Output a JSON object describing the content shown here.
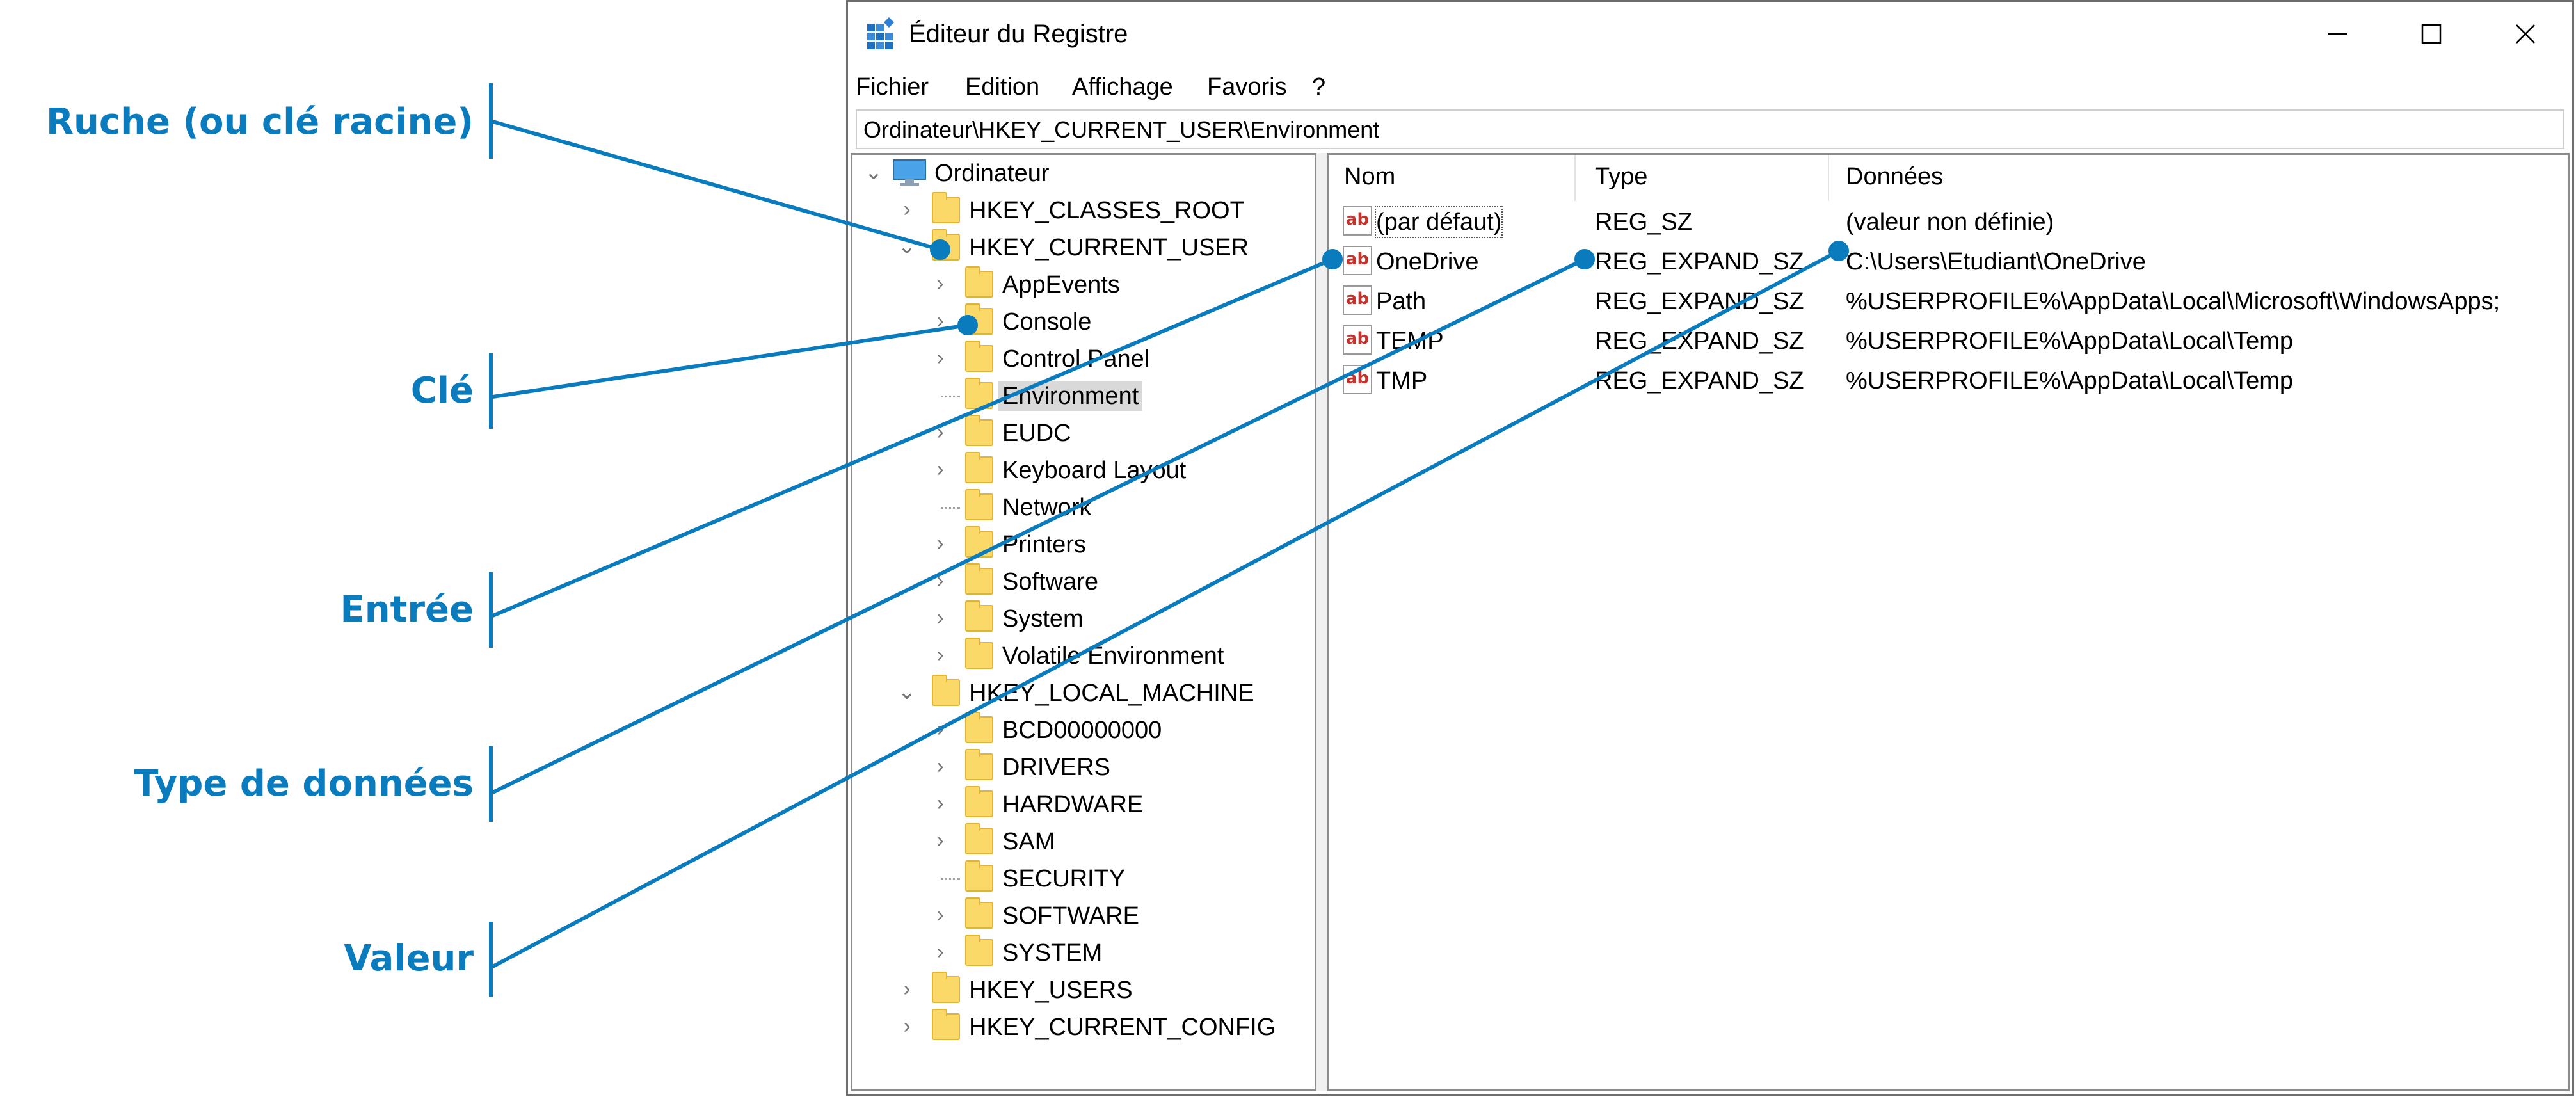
{
  "window": {
    "title": "Éditeur du Registre",
    "menu": [
      "Fichier",
      "Edition",
      "Affichage",
      "Favoris",
      "?"
    ],
    "address": "Ordinateur\\HKEY_CURRENT_USER\\Environment"
  },
  "annotations": [
    "Ruche (ou clé racine)",
    "Clé",
    "Entrée",
    "Type de données",
    "Valeur"
  ],
  "tree": {
    "root": "Ordinateur",
    "hives": {
      "classes_root": "HKEY_CLASSES_ROOT",
      "current_user": "HKEY_CURRENT_USER",
      "local_machine": "HKEY_LOCAL_MACHINE",
      "users": "HKEY_USERS",
      "current_config": "HKEY_CURRENT_CONFIG"
    },
    "current_user_keys": [
      "AppEvents",
      "Console",
      "Control Panel",
      "Environment",
      "EUDC",
      "Keyboard Layout",
      "Network",
      "Printers",
      "Software",
      "System",
      "Volatile Environment"
    ],
    "local_machine_keys": [
      "BCD00000000",
      "DRIVERS",
      "HARDWARE",
      "SAM",
      "SECURITY",
      "SOFTWARE",
      "SYSTEM"
    ],
    "selected": "Environment"
  },
  "values_table": {
    "columns": [
      "Nom",
      "Type",
      "Données"
    ],
    "rows": [
      {
        "name": "(par défaut)",
        "type": "REG_SZ",
        "data": "(valeur non définie)"
      },
      {
        "name": "OneDrive",
        "type": "REG_EXPAND_SZ",
        "data": "C:\\Users\\Etudiant\\OneDrive"
      },
      {
        "name": "Path",
        "type": "REG_EXPAND_SZ",
        "data": "%USERPROFILE%\\AppData\\Local\\Microsoft\\WindowsApps;"
      },
      {
        "name": "TEMP",
        "type": "REG_EXPAND_SZ",
        "data": "%USERPROFILE%\\AppData\\Local\\Temp"
      },
      {
        "name": "TMP",
        "type": "REG_EXPAND_SZ",
        "data": "%USERPROFILE%\\AppData\\Local\\Temp"
      }
    ]
  },
  "colors": {
    "annotation": "#0a7bbd",
    "folder": "#fbd969",
    "selection": "#d9d9d9"
  }
}
